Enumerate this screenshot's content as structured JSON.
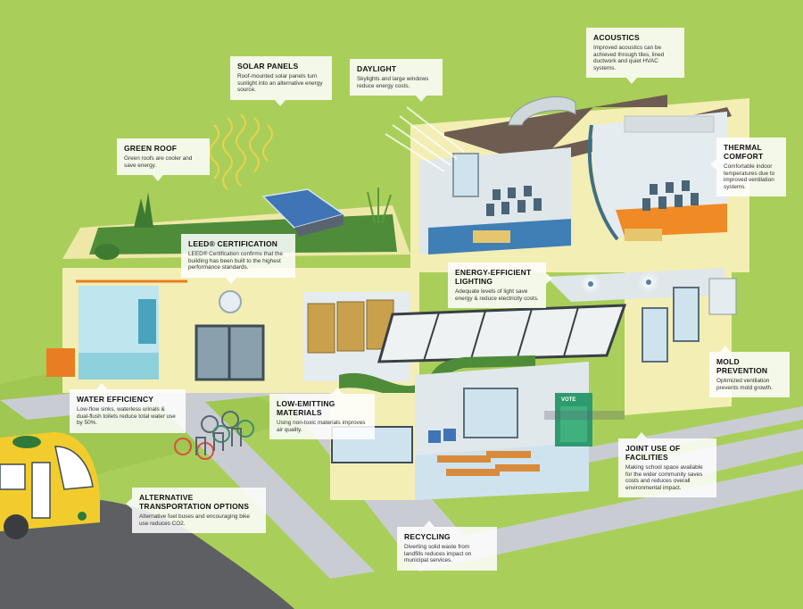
{
  "callouts": {
    "acoustics": {
      "title": "ACOUSTICS",
      "text": "Improved acoustics can be achieved through tiles, lined ductwork and quiet HVAC systems."
    },
    "solar_panels": {
      "title": "SOLAR PANELS",
      "text": "Roof-mounted solar panels turn sunlight into an alternative energy source."
    },
    "daylight": {
      "title": "DAYLIGHT",
      "text": "Skylights and large windows reduce energy costs."
    },
    "green_roof": {
      "title": "GREEN ROOF",
      "text": "Green roofs are cooler and save energy."
    },
    "thermal_comfort": {
      "title": "THERMAL COMFORT",
      "text": "Comfortable indoor temperatures due to improved ventilation systems."
    },
    "leed": {
      "title": "LEED® CERTIFICATION",
      "text": "LEED® Certification confirms that the building has been built to the highest performance standards."
    },
    "lighting": {
      "title": "ENERGY-EFFICIENT LIGHTING",
      "text": "Adequate levels of light save energy & reduce electricity costs."
    },
    "mold": {
      "title": "MOLD PREVENTION",
      "text": "Optimized ventilation prevents mold growth."
    },
    "water": {
      "title": "WATER EFFICIENCY",
      "text": "Low-flow sinks, waterless urinals & dual-flush toilets reduce total water use by 50%."
    },
    "materials": {
      "title": "LOW-EMITTING MATERIALS",
      "text": "Using non-toxic materials improves air quality."
    },
    "joint_use": {
      "title": "JOINT USE OF FACILITIES",
      "text": "Making school space available for the wider community saves costs and reduces overall environmental impact."
    },
    "transport": {
      "title": "ALTERNATIVE TRANSPORTATION OPTIONS",
      "text": "Alternative fuel buses and encouraging bike use reduces CO2."
    },
    "recycling": {
      "title": "RECYCLING",
      "text": "Diverting solid waste from landfills reduces impact on municipal services."
    }
  },
  "scene_labels": {
    "vote": "VOTE"
  },
  "colors": {
    "grass": "#a9cf5a",
    "path": "#c9cdd3",
    "road": "#5d5f62",
    "wall": "#f3eeb4",
    "roof_brown": "#6e5c50",
    "thermal_floor": "#f08a24",
    "classroom_floor": "#3f7fb5",
    "bus": "#f2cc2c"
  }
}
